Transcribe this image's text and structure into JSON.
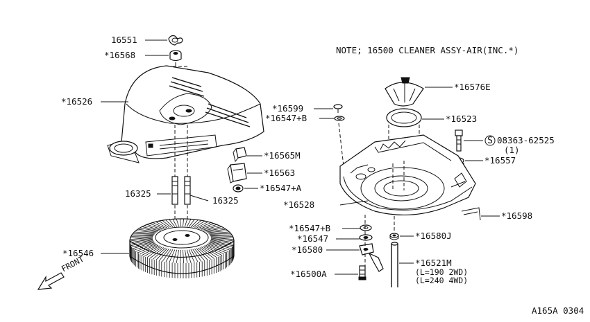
{
  "note": "NOTE; 16500 CLEANER ASSY-AIR(INC.*)",
  "code": "A165A 0304",
  "front": "FRONT",
  "labels": {
    "p16551": "16551",
    "p16568": "*16568",
    "p16526": "*16526",
    "p16325a": "16325",
    "p16325b": "16325",
    "p16546": "*16546",
    "p16565M": "*16565M",
    "p16563": "*16563",
    "p16547A": "*16547+A",
    "p16599": "*16599",
    "p16547B1": "*16547+B",
    "p16576E": "*16576E",
    "p16523": "*16523",
    "bolt": "08363-62525",
    "bolt_qty": "(1)",
    "p16557": "*16557",
    "p16528": "*16528",
    "p16598": "*16598",
    "p16547B2": "*16547+B",
    "p16547": "*16547",
    "p16580": "*16580",
    "p16580J": "*16580J",
    "p16521M": "*16521M",
    "len2wd": "(L=190 2WD)",
    "len4wd": "(L=240 4WD)",
    "p16500A": "*16500A"
  }
}
